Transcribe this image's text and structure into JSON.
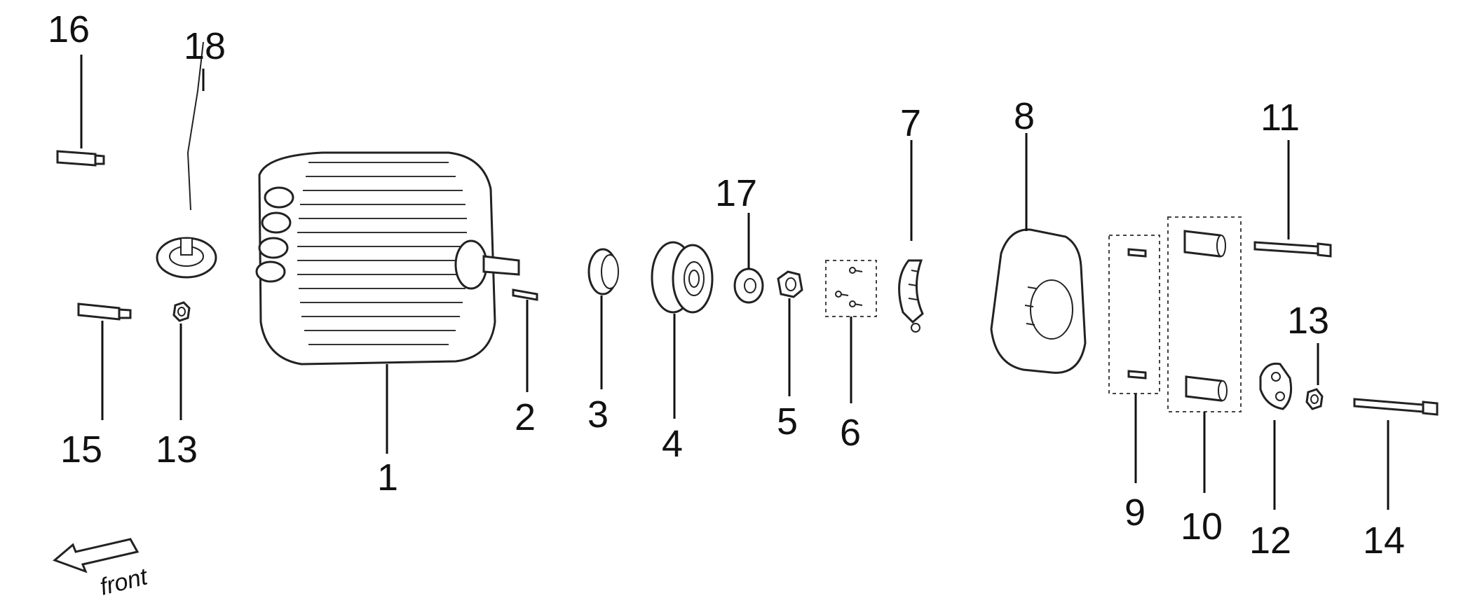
{
  "callouts": [
    {
      "id": "c16",
      "text": "16"
    },
    {
      "id": "c18",
      "text": "18"
    },
    {
      "id": "c15",
      "text": "15"
    },
    {
      "id": "c13a",
      "text": "13"
    },
    {
      "id": "c1",
      "text": "1"
    },
    {
      "id": "c2",
      "text": "2"
    },
    {
      "id": "c3",
      "text": "3"
    },
    {
      "id": "c4",
      "text": "4"
    },
    {
      "id": "c17",
      "text": "17"
    },
    {
      "id": "c5",
      "text": "5"
    },
    {
      "id": "c6",
      "text": "6"
    },
    {
      "id": "c7",
      "text": "7"
    },
    {
      "id": "c8",
      "text": "8"
    },
    {
      "id": "c9",
      "text": "9"
    },
    {
      "id": "c10",
      "text": "10"
    },
    {
      "id": "c11",
      "text": "11"
    },
    {
      "id": "c13b",
      "text": "13"
    },
    {
      "id": "c12",
      "text": "12"
    },
    {
      "id": "c14",
      "text": "14"
    }
  ],
  "front_label": "front"
}
